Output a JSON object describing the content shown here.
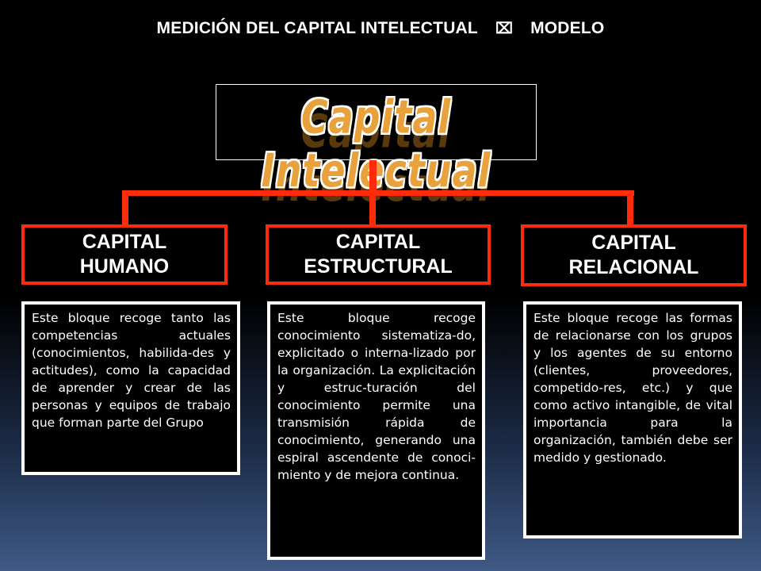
{
  "header": {
    "left": "MEDICIÓN DEL CAPITAL INTELECTUAL",
    "symbol": "⌧",
    "right": "MODELO"
  },
  "hero": {
    "title": "Capital Intelectual"
  },
  "categories": [
    {
      "line1": "CAPITAL",
      "line2": "HUMANO",
      "description": "Este bloque recoge tanto las competencias actuales (conocimientos, habilida-des y actitudes), como la capacidad de aprender y crear de las personas y equipos de trabajo que forman parte del Grupo"
    },
    {
      "line1": "CAPITAL",
      "line2": "ESTRUCTURAL",
      "description": "Este bloque recoge conocimiento sistematiza-do, explicitado o interna-lizado por la organización. La explicitación y estruc-turación del conocimiento permite una transmisión rápida de conocimiento, generando una espiral ascendente de conoci-miento y de mejora continua."
    },
    {
      "line1": "CAPITAL",
      "line2": "RELACIONAL",
      "description": "Este bloque recoge las formas de relacionarse con los grupos y los agentes de su entorno (clientes, proveedores, competido-res, etc.) y que como activo intangible, de vital importancia para la organización, también debe ser medido y gestionado."
    }
  ],
  "colors": {
    "accent": "#ff2b0a",
    "hero_text": "#e9a23b"
  }
}
